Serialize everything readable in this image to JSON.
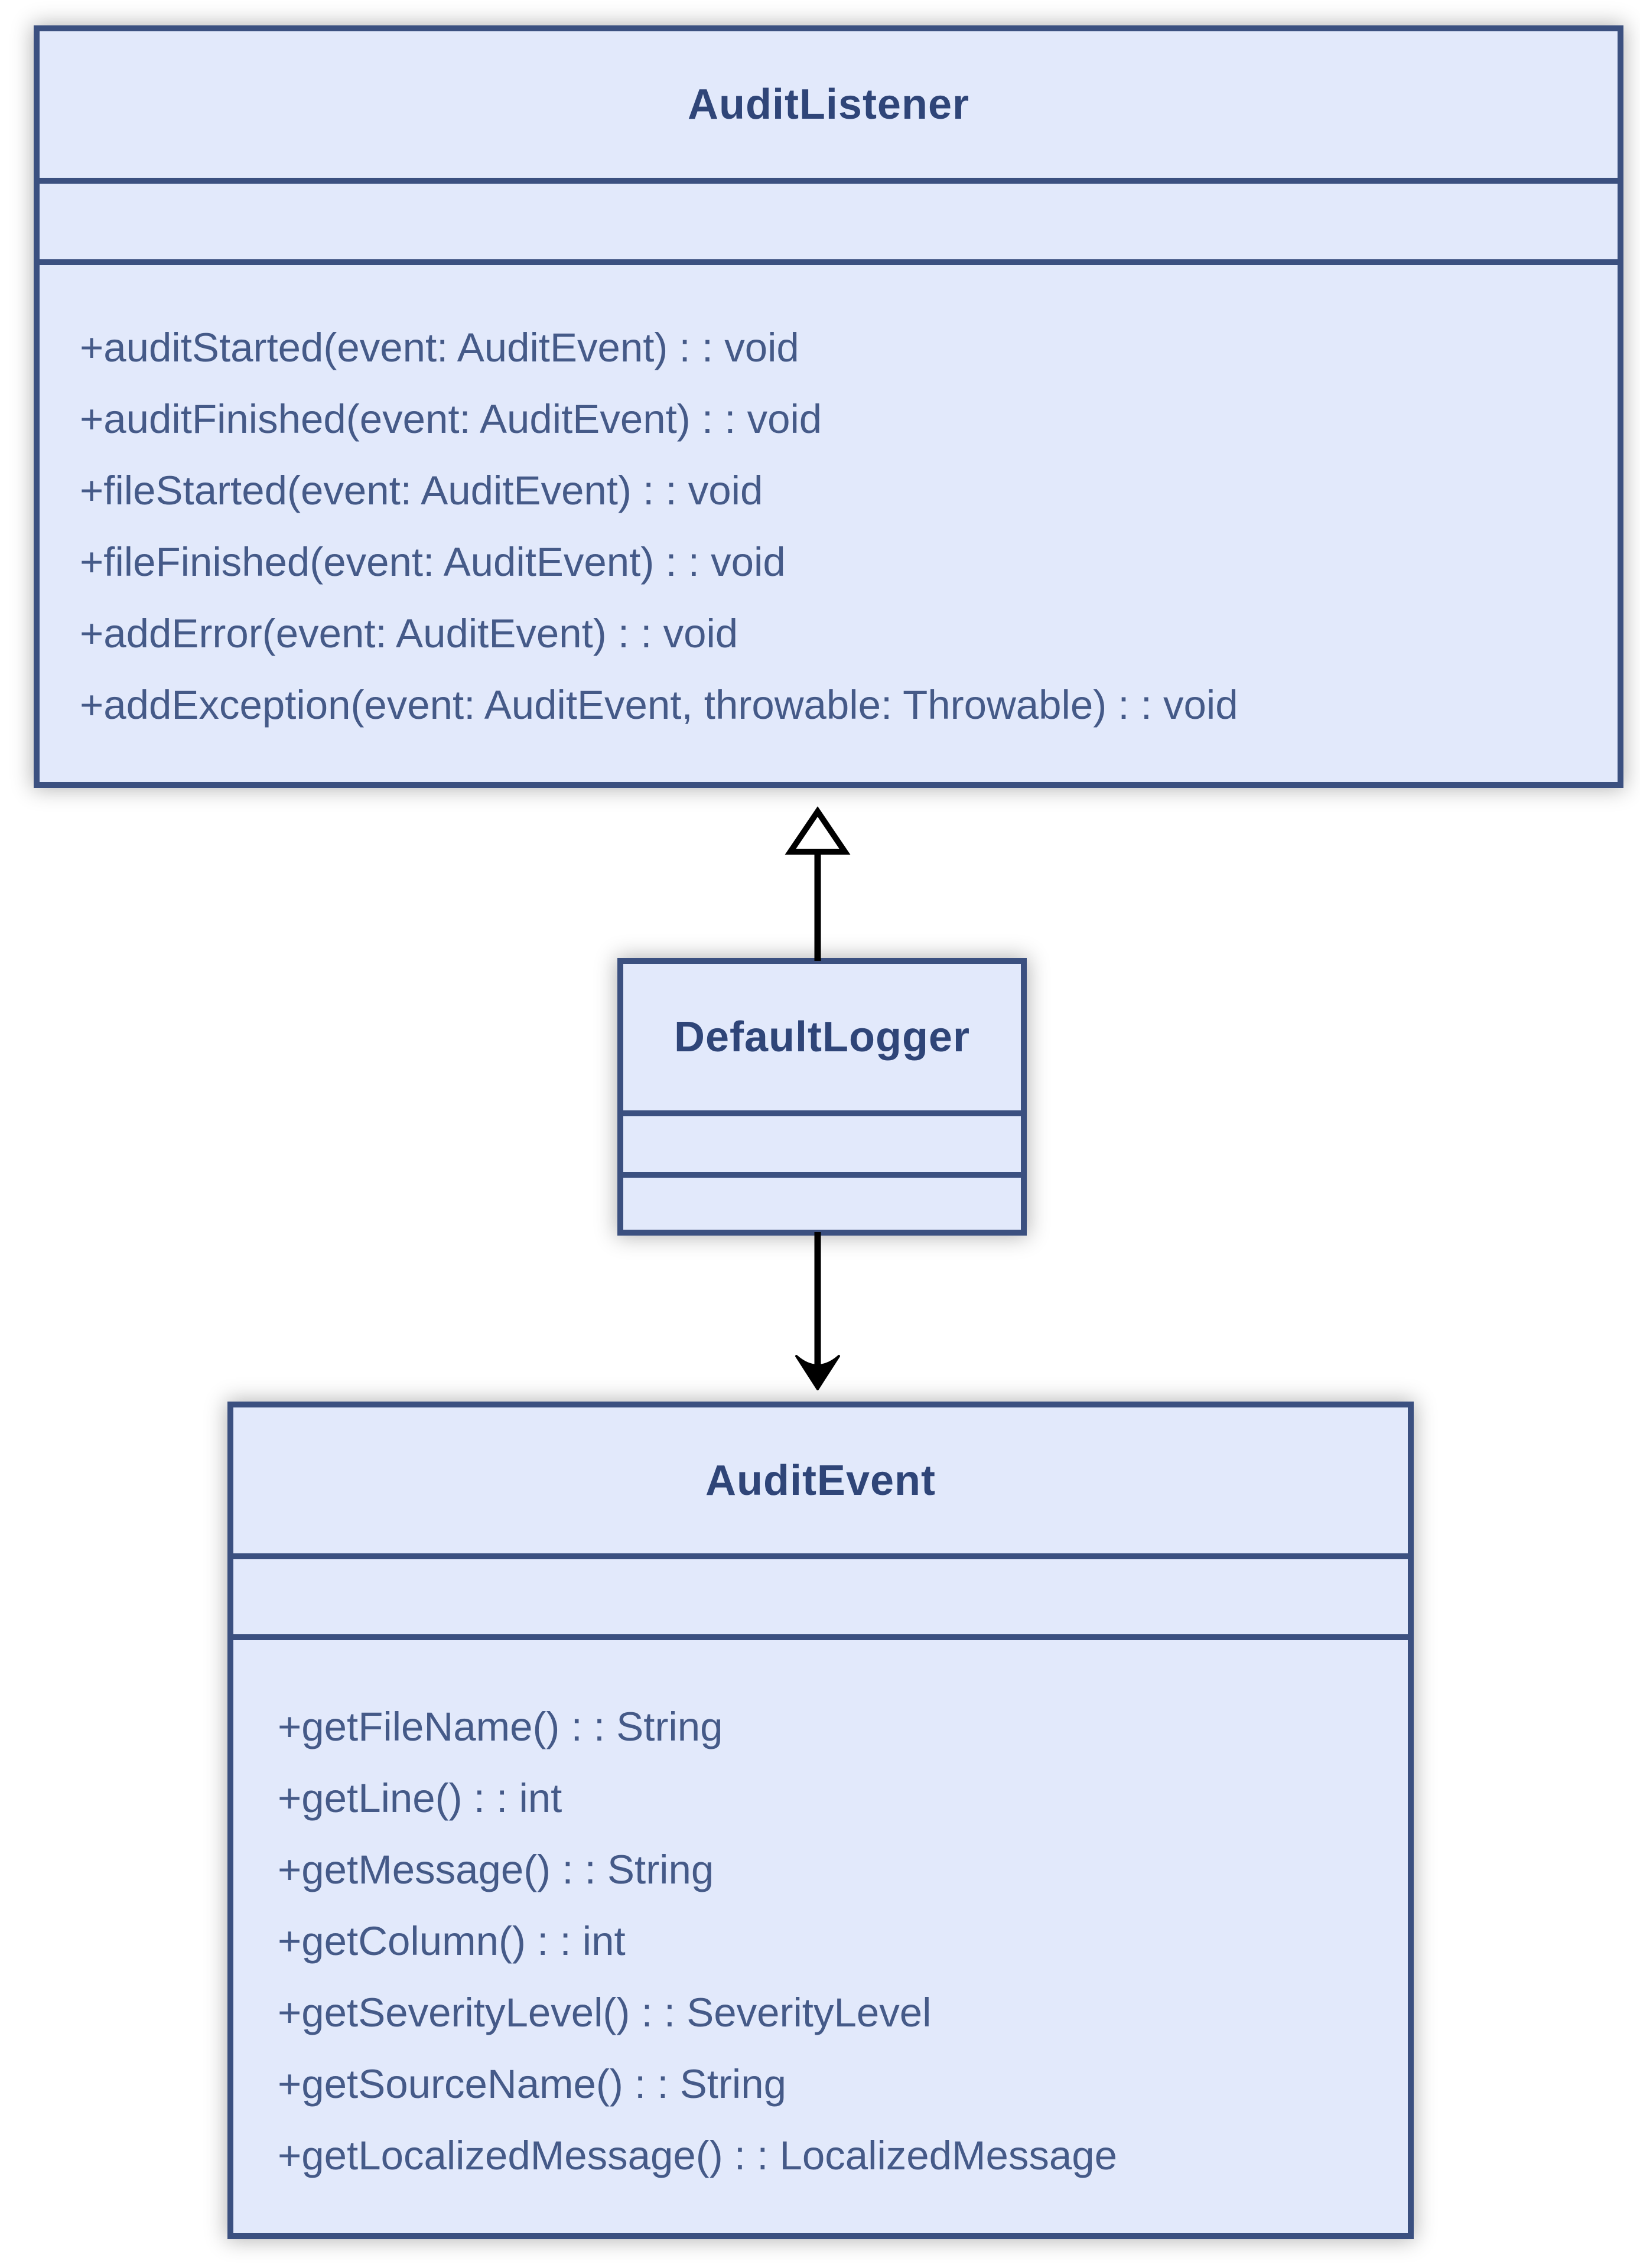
{
  "diagram": {
    "type": "uml-class-diagram",
    "colors": {
      "background": "#ffffff",
      "box_fill": "#e2e9fb",
      "box_border": "#3b5080",
      "title_text": "#2f4578",
      "member_text": "#455a88",
      "connector": "#000000",
      "triangle_arrowhead_fill": "#ffffff"
    },
    "classes": [
      {
        "name": "AuditListener",
        "attributes": [],
        "methods": [
          "+auditStarted(event: AuditEvent) : : void",
          "+auditFinished(event: AuditEvent) : : void",
          "+fileStarted(event: AuditEvent) : : void",
          "+fileFinished(event: AuditEvent) : : void",
          "+addError(event: AuditEvent) : : void",
          "+addException(event: AuditEvent, throwable: Throwable) : : void"
        ]
      },
      {
        "name": "DefaultLogger",
        "attributes": [],
        "methods": []
      },
      {
        "name": "AuditEvent",
        "attributes": [],
        "methods": [
          "+getFileName() : : String",
          "+getLine() : : int",
          "+getMessage() : : String",
          "+getColumn() : : int",
          "+getSeverityLevel() : : SeverityLevel",
          "+getSourceName() : : String",
          "+getLocalizedMessage() : : LocalizedMessage"
        ]
      }
    ],
    "relationships": [
      {
        "from": "DefaultLogger",
        "to": "AuditListener",
        "type": "generalization",
        "arrowhead": "hollow-triangle"
      },
      {
        "from": "DefaultLogger",
        "to": "AuditEvent",
        "type": "directed-association",
        "arrowhead": "open-arrow"
      }
    ]
  }
}
